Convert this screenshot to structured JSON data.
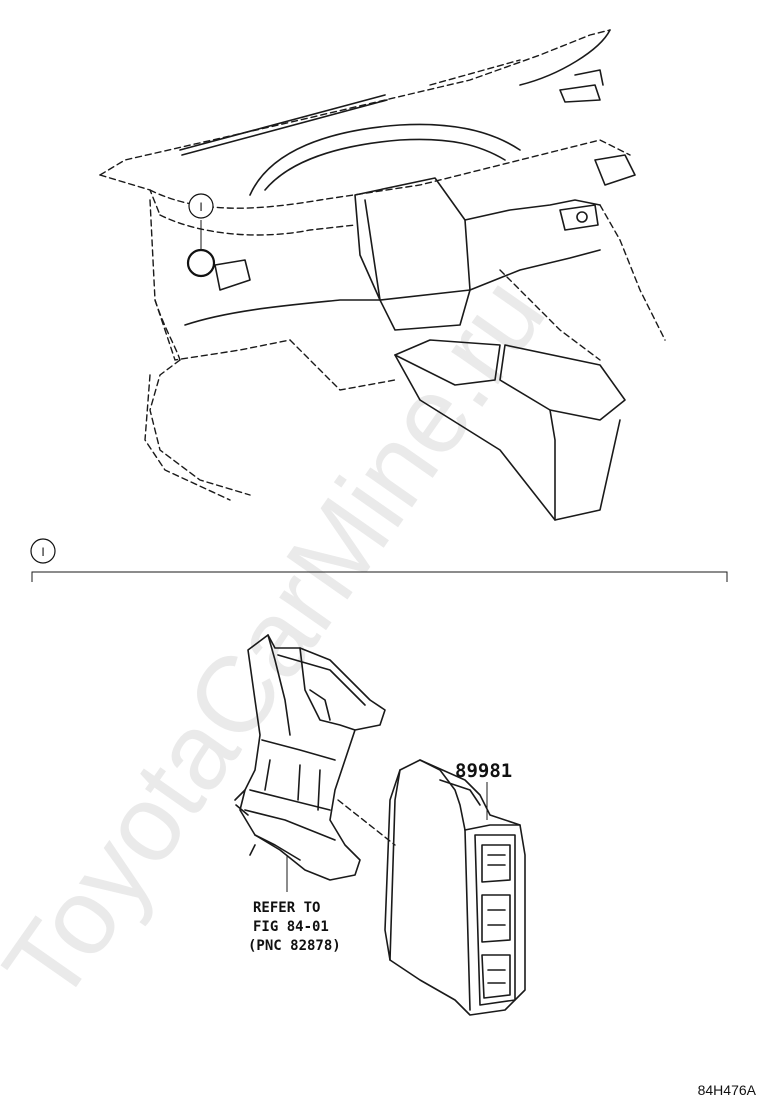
{
  "watermark": "ToyotaCarMine.ru",
  "callouts": {
    "top_marker": "I",
    "section_marker": "I"
  },
  "parts": {
    "part_number": "89981",
    "reference_line1": "REFER TO",
    "reference_line2": "FIG 84-01",
    "reference_line3": "(PNC 82878)"
  },
  "figure_code": "84H476A"
}
